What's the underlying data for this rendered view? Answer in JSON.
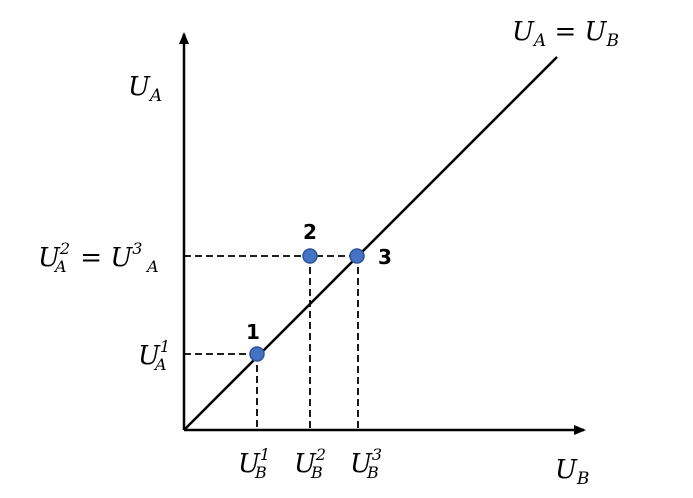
{
  "diagram": {
    "axis_labels": {
      "y_var": "U",
      "y_sub": "A",
      "x_var": "U",
      "x_sub": "B"
    },
    "line_label": {
      "left_var": "U",
      "left_sub": "A",
      "eq": " = ",
      "right_var": "U",
      "right_sub": "B"
    },
    "y_ticks": {
      "low": {
        "var": "U",
        "sub": "A",
        "sup": "1"
      },
      "high": {
        "var": "U",
        "sub": "A",
        "sup": "2",
        "eq": " = ",
        "var2": "U",
        "sub2": "A",
        "sup2": "3"
      }
    },
    "x_ticks": [
      {
        "var": "U",
        "sub": "B",
        "sup": "1"
      },
      {
        "var": "U",
        "sub": "B",
        "sup": "2"
      },
      {
        "var": "U",
        "sub": "B",
        "sup": "3"
      }
    ],
    "points": [
      {
        "label": "1"
      },
      {
        "label": "2"
      },
      {
        "label": "3"
      }
    ],
    "colors": {
      "point": "#4472C4",
      "point_stroke": "#2F5597",
      "ink": "#000000"
    }
  }
}
